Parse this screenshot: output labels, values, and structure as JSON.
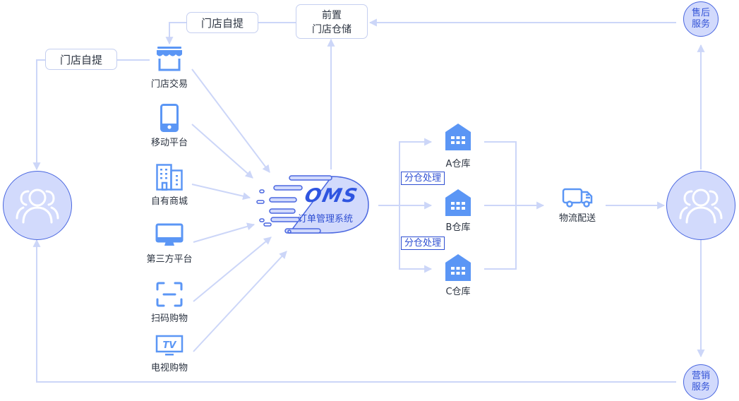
{
  "colors": {
    "line": "#ccd6f8",
    "icon_blue": "#5b96f5",
    "circle_fill": "#d2dafc",
    "circle_border": "#4a67e0",
    "tag_blue": "#2f4fd2",
    "text": "#2b3340"
  },
  "channels": [
    {
      "label": "门店交易",
      "icon": "storefront-icon"
    },
    {
      "label": "移动平台",
      "icon": "smartphone-icon"
    },
    {
      "label": "自有商城",
      "icon": "buildings-icon"
    },
    {
      "label": "第三方平台",
      "icon": "monitor-icon"
    },
    {
      "label": "扫码购物",
      "icon": "scan-icon"
    },
    {
      "label": "电视购物",
      "icon": "tv-icon"
    }
  ],
  "store_pickup_top": "门店自提",
  "store_pickup_left": "门店自提",
  "front_warehouse": {
    "line1": "前置",
    "line2": "门店仓储"
  },
  "oms": {
    "title": "OMS",
    "subtitle": "订单管理系统"
  },
  "warehouses": [
    {
      "label": "A仓库"
    },
    {
      "label": "B仓库"
    },
    {
      "label": "C仓库"
    }
  ],
  "split_tags": [
    "分仓处理",
    "分仓处理"
  ],
  "logistics": {
    "label": "物流配送",
    "icon": "truck-icon"
  },
  "after_sales": {
    "line1": "售后",
    "line2": "服务"
  },
  "marketing": {
    "line1": "营销",
    "line2": "服务"
  },
  "customer_left_icon": "users-icon",
  "customer_right_icon": "users-icon"
}
